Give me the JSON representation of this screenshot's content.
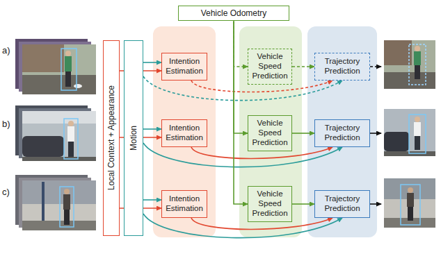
{
  "diagram": {
    "nodes": [
      {
        "text": [
          "Vehicle Odometry"
        ]
      },
      {
        "text": [
          "Local Context + Appearance"
        ]
      },
      {
        "text": [
          "Motion"
        ]
      },
      {
        "text": [
          "Intention Estimation"
        ]
      },
      {
        "text": [
          "Vehicle Speed Prediction"
        ]
      },
      {
        "text": [
          "Trajectory Prediction"
        ]
      },
      {
        "text": [
          "Intention Estimation"
        ]
      },
      {
        "text": [
          "Vehicle Speed Prediction"
        ]
      },
      {
        "text": [
          "Trajectory Prediction"
        ]
      },
      {
        "text": [
          "Intention Estimation"
        ]
      },
      {
        "text": [
          "Vehicle Speed Prediction"
        ]
      },
      {
        "text": [
          "Trajectory Prediction"
        ]
      }
    ],
    "edges": [
      {
        "from": 2,
        "to": 3,
        "arrow": "to"
      },
      {
        "from": 1,
        "to": 3,
        "arrow": "to"
      },
      {
        "from": 0,
        "to": 4,
        "arrow": "to"
      },
      {
        "from": 3,
        "to": 5,
        "arrow": "to"
      },
      {
        "from": 2,
        "to": 5,
        "arrow": "to"
      },
      {
        "from": 4,
        "to": 5,
        "arrow": "to"
      },
      {
        "from": 2,
        "to": 6,
        "arrow": "to"
      },
      {
        "from": 1,
        "to": 6,
        "arrow": "to"
      },
      {
        "from": 0,
        "to": 7,
        "arrow": "to"
      },
      {
        "from": 6,
        "to": 8,
        "arrow": "to"
      },
      {
        "from": 2,
        "to": 8,
        "arrow": "to"
      },
      {
        "from": 7,
        "to": 8,
        "arrow": "to"
      },
      {
        "from": 2,
        "to": 9,
        "arrow": "to"
      },
      {
        "from": 1,
        "to": 9,
        "arrow": "to"
      },
      {
        "from": 0,
        "to": 10,
        "arrow": "to"
      },
      {
        "from": 9,
        "to": 11,
        "arrow": "to"
      },
      {
        "from": 2,
        "to": 11,
        "arrow": "to"
      },
      {
        "from": 10,
        "to": 11,
        "arrow": "to"
      }
    ],
    "labels": [
      "a)",
      "b)",
      "c)"
    ]
  }
}
